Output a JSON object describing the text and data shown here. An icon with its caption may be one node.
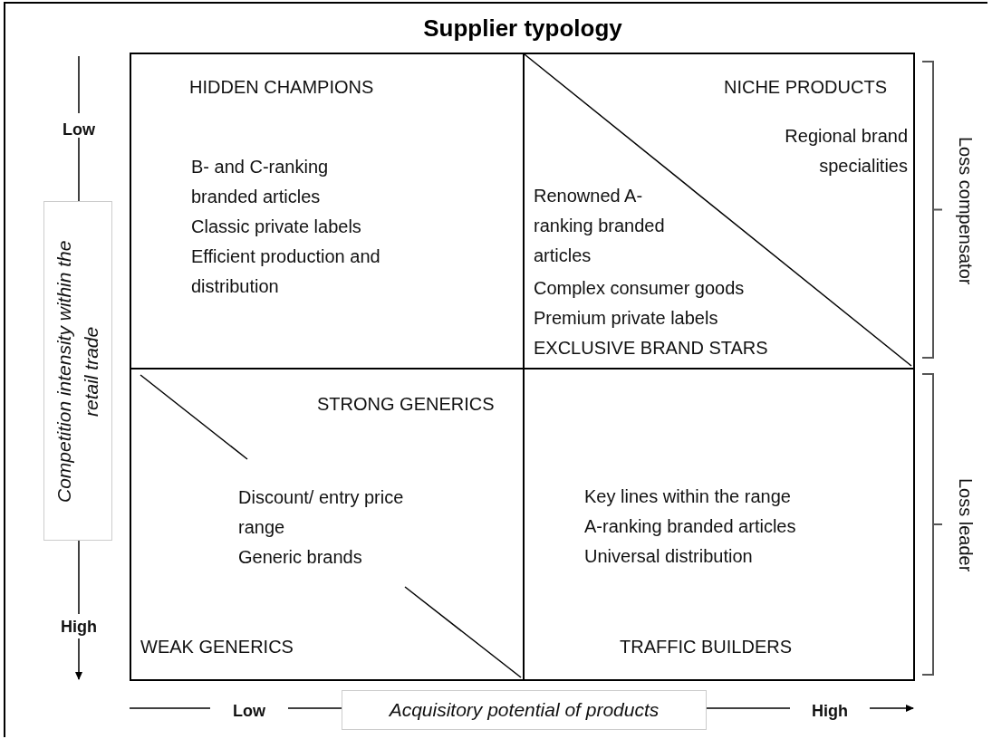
{
  "diagram": {
    "title": "Supplier typology",
    "nodes": [
      {
        "text": [
          "HIDDEN CHAMPIONS",
          "B- and C-ranking branded articles",
          "Classic private labels",
          "Efficient production and distribution"
        ]
      },
      {
        "text": [
          "NICHE PRODUCTS",
          "Regional brand specialities",
          "Renowned A-ranking branded articles",
          "Complex consumer goods",
          "Premium private labels",
          "EXCLUSIVE BRAND STARS"
        ]
      },
      {
        "text": [
          "STRONG GENERICS",
          "Discount/ entry price range",
          "Generic brands",
          "WEAK GENERICS"
        ]
      },
      {
        "text": [
          "Key lines within the range",
          "A-ranking branded articles",
          "Universal distribution",
          "TRAFFIC BUILDERS"
        ]
      }
    ],
    "labels": [
      "Low",
      "Competition intensity within the retail trade",
      "High",
      "Low",
      "Acquisitory potential of products",
      "High",
      "Loss compensator",
      "Loss leader"
    ]
  }
}
